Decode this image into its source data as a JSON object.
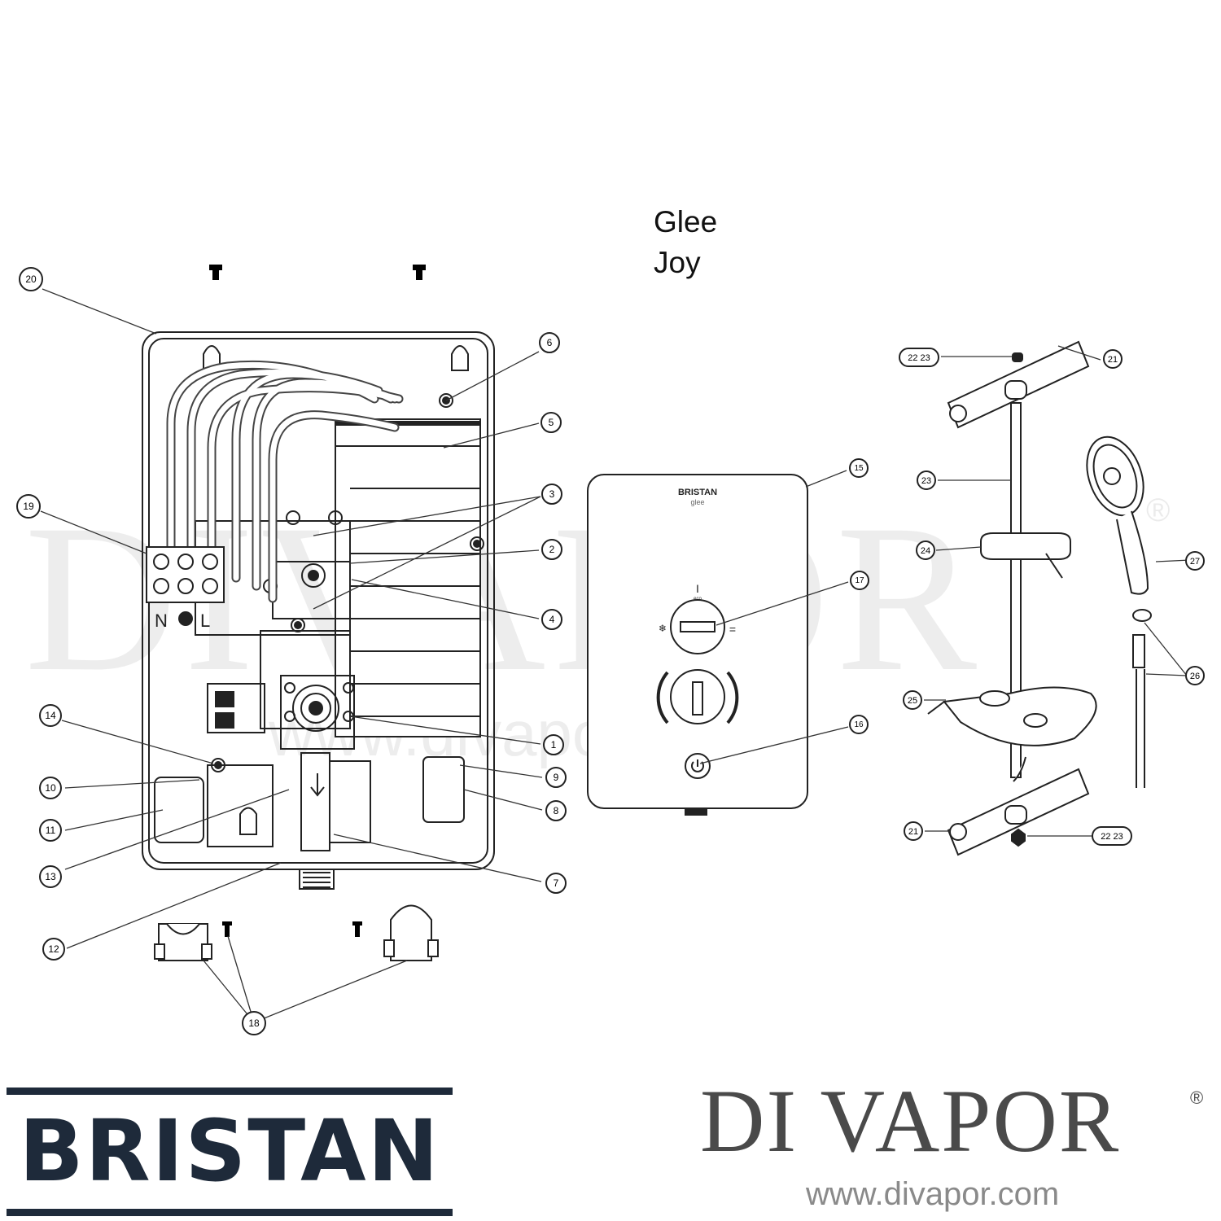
{
  "title_lines": [
    "Glee",
    "Joy"
  ],
  "callouts": [
    "1",
    "2",
    "3",
    "4",
    "5",
    "6",
    "7",
    "8",
    "9",
    "10",
    "11",
    "12",
    "13",
    "14",
    "15",
    "16",
    "17",
    "18",
    "19",
    "20",
    "21",
    "21",
    "22 23",
    "22 23",
    "23",
    "24",
    "25",
    "26",
    "27"
  ],
  "terminal_labels": [
    "N",
    "L"
  ],
  "panel_brand": "BRISTAN",
  "panel_model": "glee",
  "dial_labels": {
    "top": "I",
    "top_sub": "eco",
    "left": "❄",
    "right": "="
  },
  "watermark": {
    "name": "DIVAPOR",
    "url": "www.divapor.com"
  },
  "brand_logo": "BRISTAN",
  "dealer": {
    "name": "DI VAPOR",
    "reg": "®",
    "url": "www.divapor.com"
  },
  "icons": [
    "screw-icon",
    "power-icon",
    "snowflake-icon"
  ]
}
